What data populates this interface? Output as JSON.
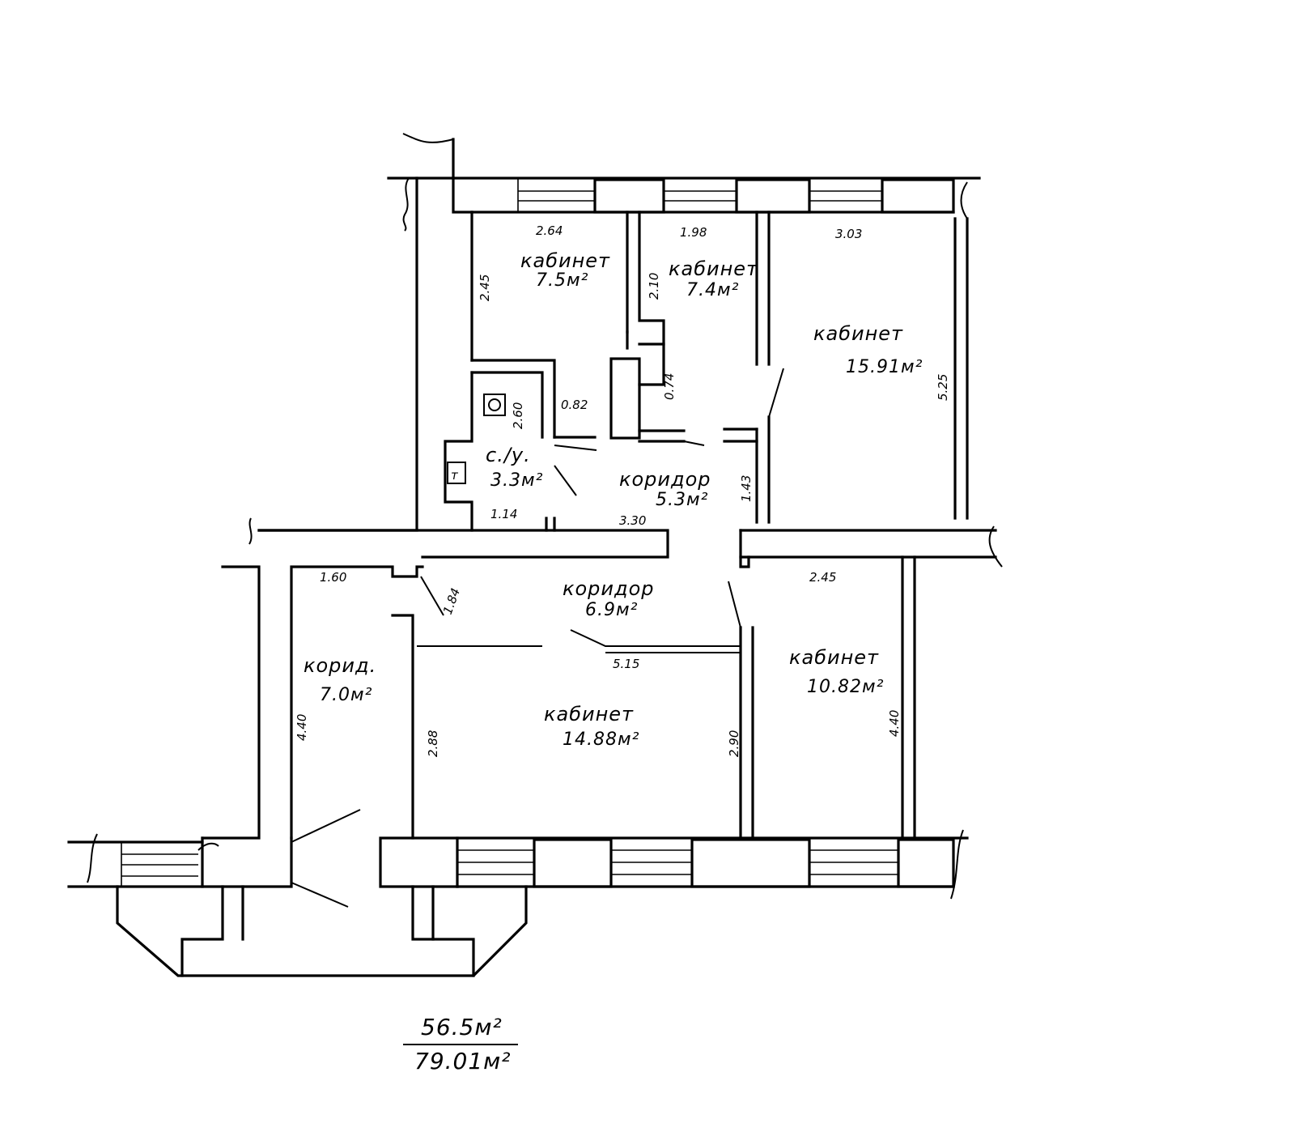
{
  "rooms": {
    "office_top_left": {
      "name": "кабинет",
      "area": "7.5м²"
    },
    "office_top_mid": {
      "name": "кабинет",
      "area": "7.4м²"
    },
    "office_top_right": {
      "name": "кабинет",
      "area": "15.91м²"
    },
    "wc": {
      "name": "с./у.",
      "area": "3.3м²"
    },
    "corridor_upper": {
      "name": "коридор",
      "area": "5.3м²"
    },
    "corridor_middle": {
      "name": "коридор",
      "area": "6.9м²"
    },
    "corridor_left": {
      "name": "корид.",
      "area": "7.0м²"
    },
    "office_bottom_mid": {
      "name": "кабинет",
      "area": "14.88м²"
    },
    "office_bottom_right": {
      "name": "кабинет",
      "area": "10.82м²"
    }
  },
  "dimensions": {
    "d264": "2.64",
    "d198": "1.98",
    "d303": "3.03",
    "d245v": "2.45",
    "d210": "2.10",
    "d074": "0.74",
    "d260": "2.60",
    "d082": "0.82",
    "d114": "1.14",
    "d330": "3.30",
    "d143": "1.43",
    "d525": "5.25",
    "d160": "1.60",
    "d184": "1.84",
    "d245h": "2.45",
    "d515": "5.15",
    "d440l": "4.40",
    "d288": "2.88",
    "d290": "2.90",
    "d440r": "4.40"
  },
  "wc_fixture": "т",
  "totals": {
    "living": "56.5м²",
    "total": "79.01м²"
  }
}
